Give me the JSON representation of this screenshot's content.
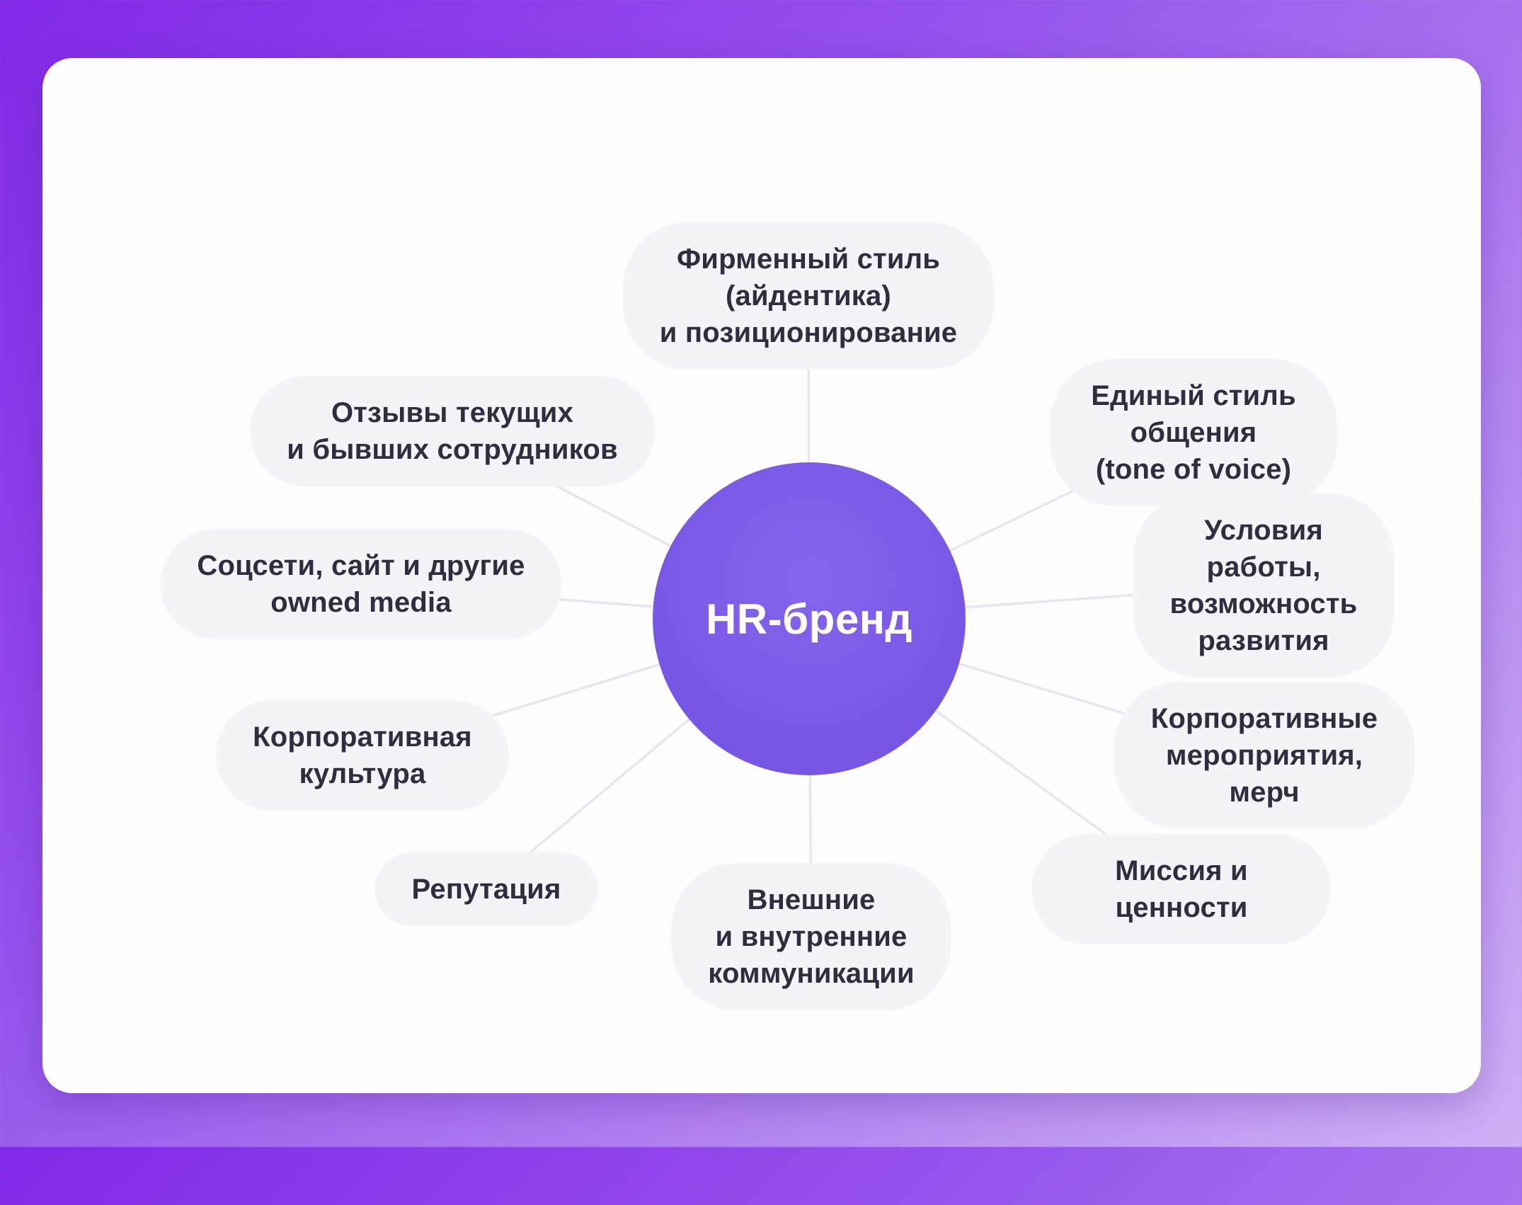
{
  "diagram": {
    "title": "HR-бренд mind map",
    "center": {
      "label": "HR-бренд",
      "circle_color": "#7a58e5",
      "text_color": "#ffffff"
    },
    "nodes": [
      {
        "id": "brand-identity",
        "label": "Фирменный стиль\n(айдентика)\nи позиционирование"
      },
      {
        "id": "employee-reviews",
        "label": "Отзывы текущих\nи бывших сотрудников"
      },
      {
        "id": "tone-of-voice",
        "label": "Единый стиль общения\n(tone of voice)"
      },
      {
        "id": "owned-media",
        "label": "Соцсети, сайт и другие\nowned media"
      },
      {
        "id": "work-conditions",
        "label": "Условия работы,\nвозможность развития"
      },
      {
        "id": "corporate-culture",
        "label": "Корпоративная\nкультура"
      },
      {
        "id": "corporate-events",
        "label": "Корпоративные\nмероприятия, мерч"
      },
      {
        "id": "reputation",
        "label": "Репутация"
      },
      {
        "id": "communications",
        "label": "Внешние\nи внутренние\nкоммуникации"
      },
      {
        "id": "mission-values",
        "label": "Миссия и ценности"
      }
    ],
    "colors": {
      "background_gradient_start": "#8229e8",
      "background_gradient_end": "#cfb0f5",
      "card_background": "#fdfdfe",
      "node_background": "#f4f3f8",
      "node_text": "#2f2d3e",
      "connector_line": "#e7e5f0"
    }
  }
}
